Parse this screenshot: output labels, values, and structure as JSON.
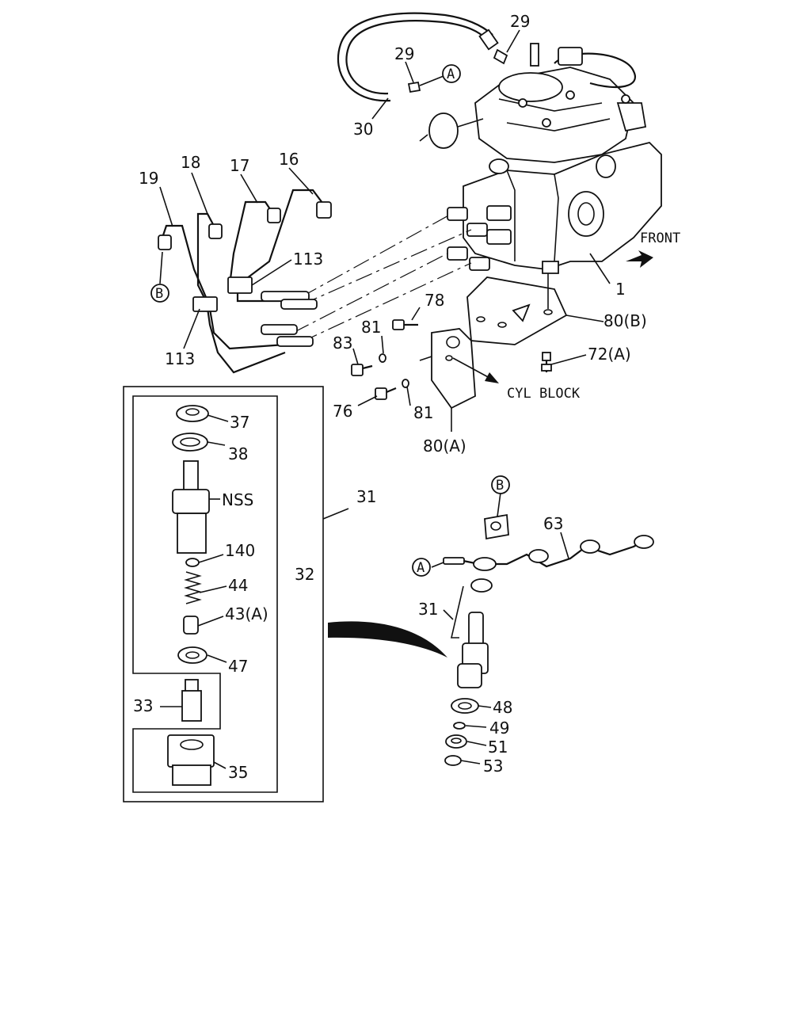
{
  "callouts": {
    "c29a": "29",
    "c29b": "29",
    "c30": "30",
    "cA_top": "A",
    "c19": "19",
    "c18": "18",
    "c17": "17",
    "c16": "16",
    "cB_left": "B",
    "c113a": "113",
    "c113b": "113",
    "c1": "1",
    "c78": "78",
    "c81a": "81",
    "c83": "83",
    "c80b": "80(B)",
    "c72a": "72(A)",
    "c76": "76",
    "c81b": "81",
    "c80a": "80(A)",
    "c37": "37",
    "c38": "38",
    "cNSS": "NSS",
    "c140": "140",
    "c44": "44",
    "c43a": "43(A)",
    "c47": "47",
    "c33": "33",
    "c35": "35",
    "c31a": "31",
    "c32": "32",
    "cB_right": "B",
    "c63": "63",
    "cA_right": "A",
    "c31b": "31",
    "c48": "48",
    "c49": "49",
    "c51": "51",
    "c53": "53"
  },
  "notes": {
    "front": "FRONT",
    "cyl_block": "CYL BLOCK"
  }
}
